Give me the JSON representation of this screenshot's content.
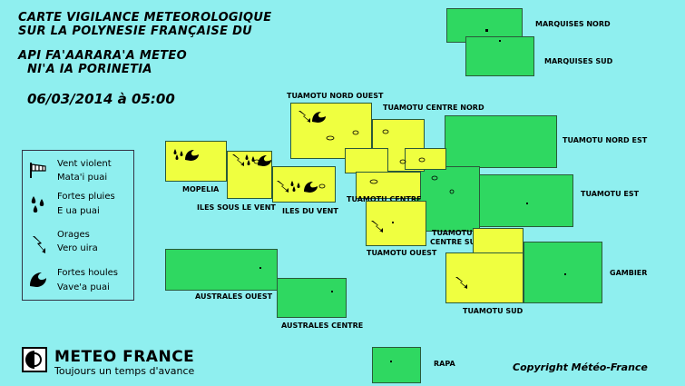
{
  "title": {
    "line1": "CARTE VIGILANCE METEOROLOGIQUE",
    "line2": "SUR LA POLYNESIE FRANÇAISE DU",
    "line3": "API FA'AARARA'A METEO",
    "line4": "NI'A IA PORINETIA"
  },
  "date": "06/03/2014 à 05:00",
  "legend": {
    "wind": {
      "fr": "Vent violent",
      "tah": "Mata'i puai",
      "icon": "wind-icon"
    },
    "rain": {
      "fr": "Fortes pluies",
      "tah": "E ua puai",
      "icon": "rain-icon"
    },
    "storm": {
      "fr": "Orages",
      "tah": "Vero uira",
      "icon": "lightning-icon"
    },
    "swell": {
      "fr": "Fortes houles",
      "tah": "Vave'a puai",
      "icon": "wave-icon"
    }
  },
  "colors": {
    "green": "#2fd861",
    "yellow": "#efff40",
    "sea": "#8fefef"
  },
  "zones": {
    "marquises_nord": {
      "name": "MARQUISES NORD",
      "level": "green"
    },
    "marquises_sud": {
      "name": "MARQUISES SUD",
      "level": "green"
    },
    "tuamotu_nord_ouest": {
      "name": "TUAMOTU NORD OUEST",
      "level": "yellow"
    },
    "tuamotu_centre_nord": {
      "name": "TUAMOTU CENTRE NORD",
      "level": "yellow"
    },
    "tuamotu_nord_est": {
      "name": "TUAMOTU NORD EST",
      "level": "green"
    },
    "mopelia": {
      "name": "MOPELIA",
      "level": "yellow"
    },
    "iles_sous_le_vent": {
      "name": "ILES SOUS LE VENT",
      "level": "yellow"
    },
    "iles_du_vent": {
      "name": "ILES DU VENT",
      "level": "yellow"
    },
    "tuamotu_centre": {
      "name": "TUAMOTU CENTRE",
      "level": "yellow"
    },
    "tuamotu_est": {
      "name": "TUAMOTU EST",
      "level": "green"
    },
    "tuamotu_ouest": {
      "name": "TUAMOTU OUEST",
      "level": "yellow"
    },
    "tuamotu_centre_sud": {
      "name1": "TUAMOTU",
      "name2": "CENTRE SUD",
      "level": "green"
    },
    "gambier": {
      "name": "GAMBIER",
      "level": "green"
    },
    "australes_ouest": {
      "name": "AUSTRALES OUEST",
      "level": "green"
    },
    "australes_centre": {
      "name": "AUSTRALES CENTRE",
      "level": "green"
    },
    "tuamotu_sud": {
      "name": "TUAMOTU SUD",
      "level": "yellow"
    },
    "rapa": {
      "name": "RAPA",
      "level": "green"
    }
  },
  "logo": {
    "name": "METEO FRANCE",
    "tagline": "Toujours un temps d'avance",
    "icon": "meteo-france-logo-icon"
  },
  "copyright": "Copyright Météo-France"
}
